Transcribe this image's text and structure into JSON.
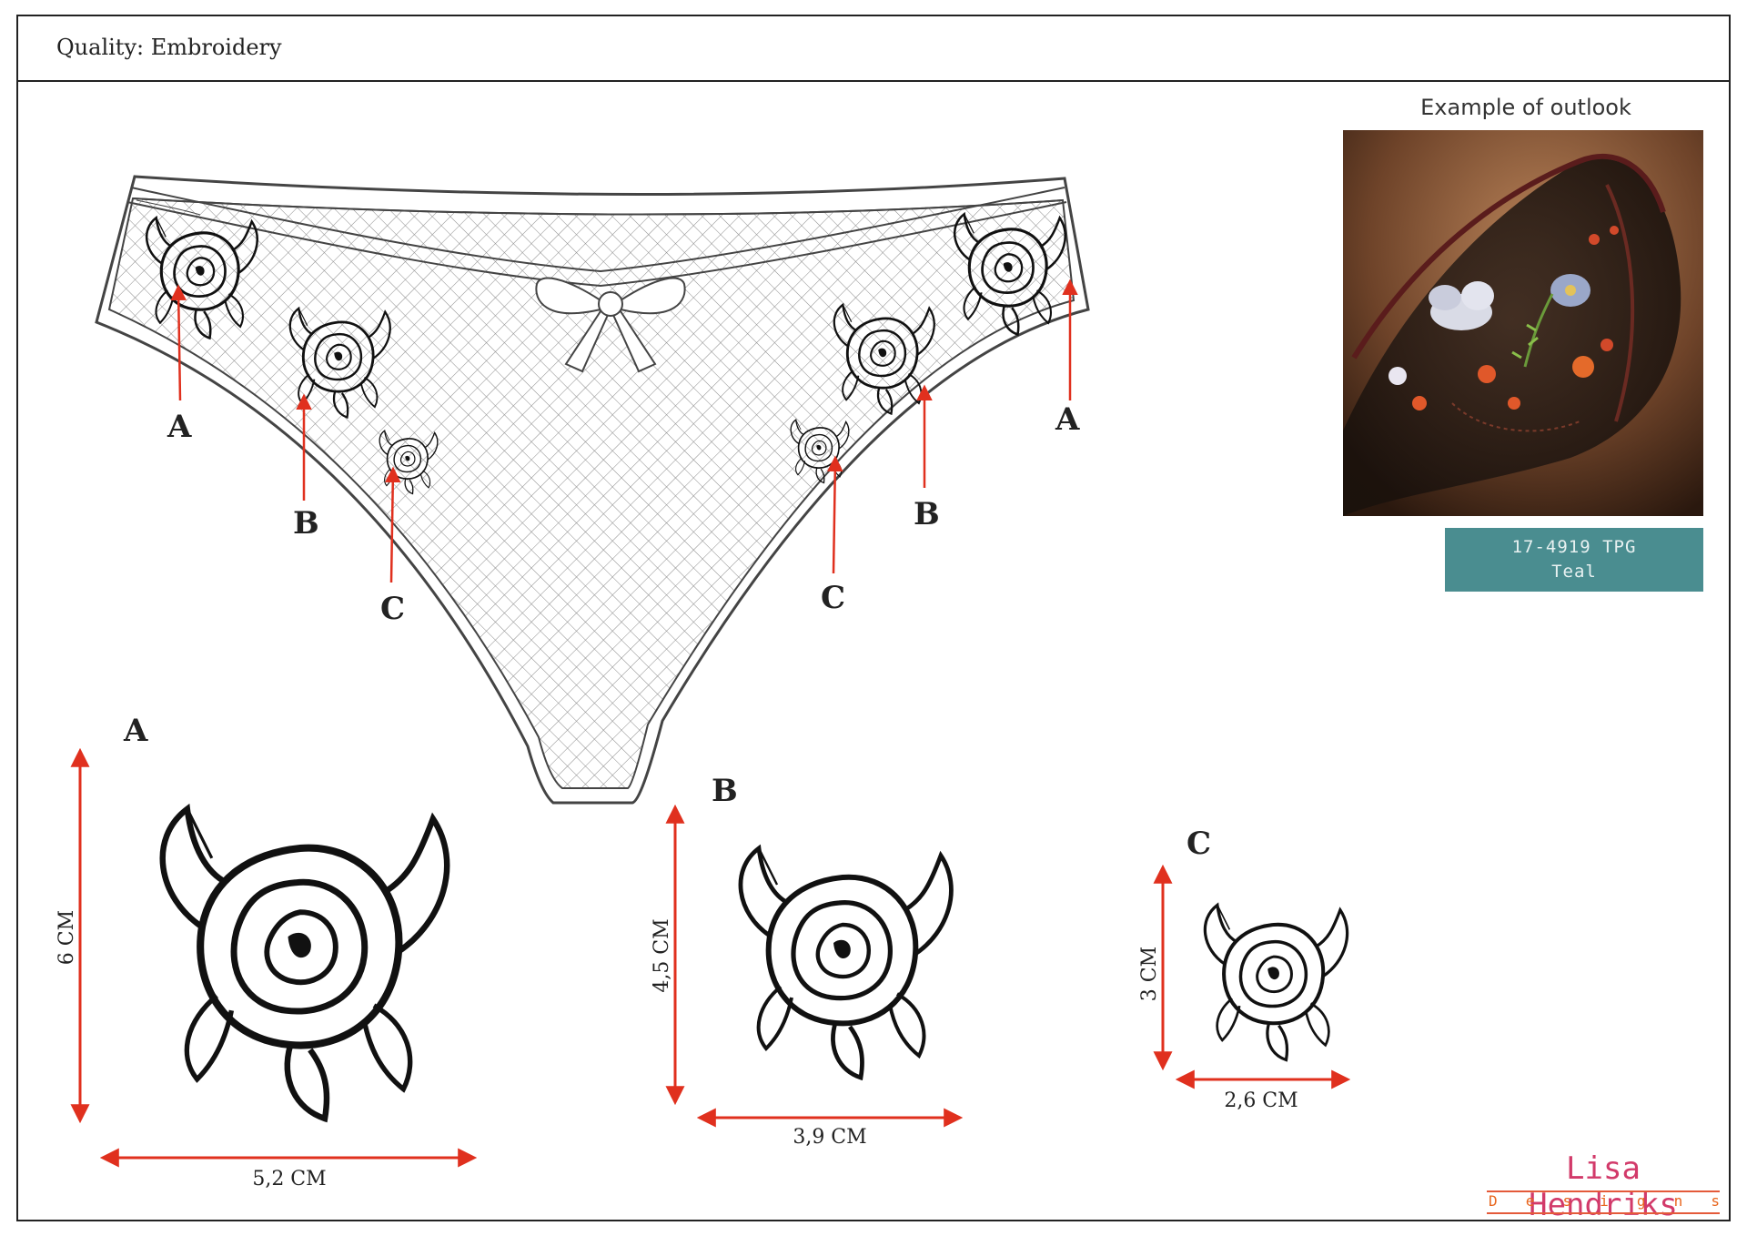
{
  "header": {
    "quality_label": "Quality:",
    "quality_value": "Embroidery"
  },
  "outlook": {
    "title": "Example of outlook",
    "swatch": {
      "code": "17-4919 TPG",
      "name": "Teal",
      "color": "#4a8d90"
    }
  },
  "callouts": {
    "a_left": "A",
    "b_left": "B",
    "c_left": "C",
    "a_right": "A",
    "b_right": "B",
    "c_right": "C"
  },
  "details": [
    {
      "letter": "A",
      "height": "6 CM",
      "width": "5,2 CM"
    },
    {
      "letter": "B",
      "height": "4,5 CM",
      "width": "3,9 CM"
    },
    {
      "letter": "C",
      "height": "3 CM",
      "width": "2,6 CM"
    }
  ],
  "colors": {
    "arrow": "#e0301e",
    "line": "#222222"
  },
  "logo": {
    "name": "Lisa Hendriks",
    "sub": "Designs"
  }
}
